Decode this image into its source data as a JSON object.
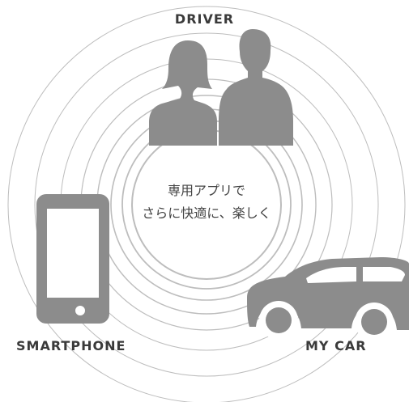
{
  "labels": {
    "driver": "DRIVER",
    "smartphone": "SMARTPHONE",
    "my_car": "MY CAR"
  },
  "center": {
    "line1": "専用アプリで",
    "line2": "さらに快適に、楽しく"
  },
  "colors": {
    "ring": "#bdbdbd",
    "figure": "#8c8c8c",
    "text": "#3a3a3a"
  },
  "icons": [
    "driver-woman-icon",
    "driver-man-icon",
    "smartphone-icon",
    "car-icon"
  ]
}
